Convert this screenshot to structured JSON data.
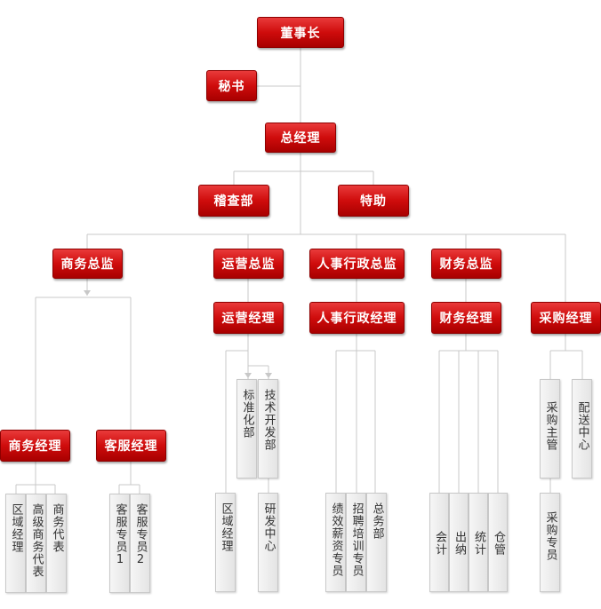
{
  "nodes": {
    "chairman": "董事长",
    "secretary": "秘书",
    "general_manager": "总经理",
    "audit": "稽查部",
    "assistant": "特助",
    "sales_director": "商务总监",
    "operations_director": "运营总监",
    "hr_director": "人事行政总监",
    "finance_director": "财务总监",
    "operations_manager": "运营经理",
    "hr_manager": "人事行政经理",
    "finance_manager": "财务经理",
    "purchasing_manager": "采购经理",
    "sales_manager": "商务经理",
    "customer_service_manager": "客服经理"
  },
  "units": {
    "regional_manager_sales": "区域经理",
    "senior_sales_rep": "高级商务代表",
    "sales_rep": "商务代表",
    "cs_specialist_1": "客服专员1",
    "cs_specialist_2": "客服专员2",
    "standardization": "标准化部",
    "tech_dev": "技术开发部",
    "regional_manager_ops": "区域经理",
    "rd_center": "研发中心",
    "comp_specialist": "绩效薪资专员",
    "recruit_specialist": "招聘培训专员",
    "general_affairs": "总务部",
    "accounting": "会计",
    "cashier": "出纳",
    "statistics": "统计",
    "warehouse": "仓管",
    "purchasing_supervisor": "采购主管",
    "distribution_center": "配送中心",
    "purchasing_specialist": "采购专员"
  },
  "colors": {
    "box_red": "#cf0c0c",
    "line_gray": "#c8c8c8",
    "unit_bg": "#ececec",
    "unit_text": "#333333"
  }
}
